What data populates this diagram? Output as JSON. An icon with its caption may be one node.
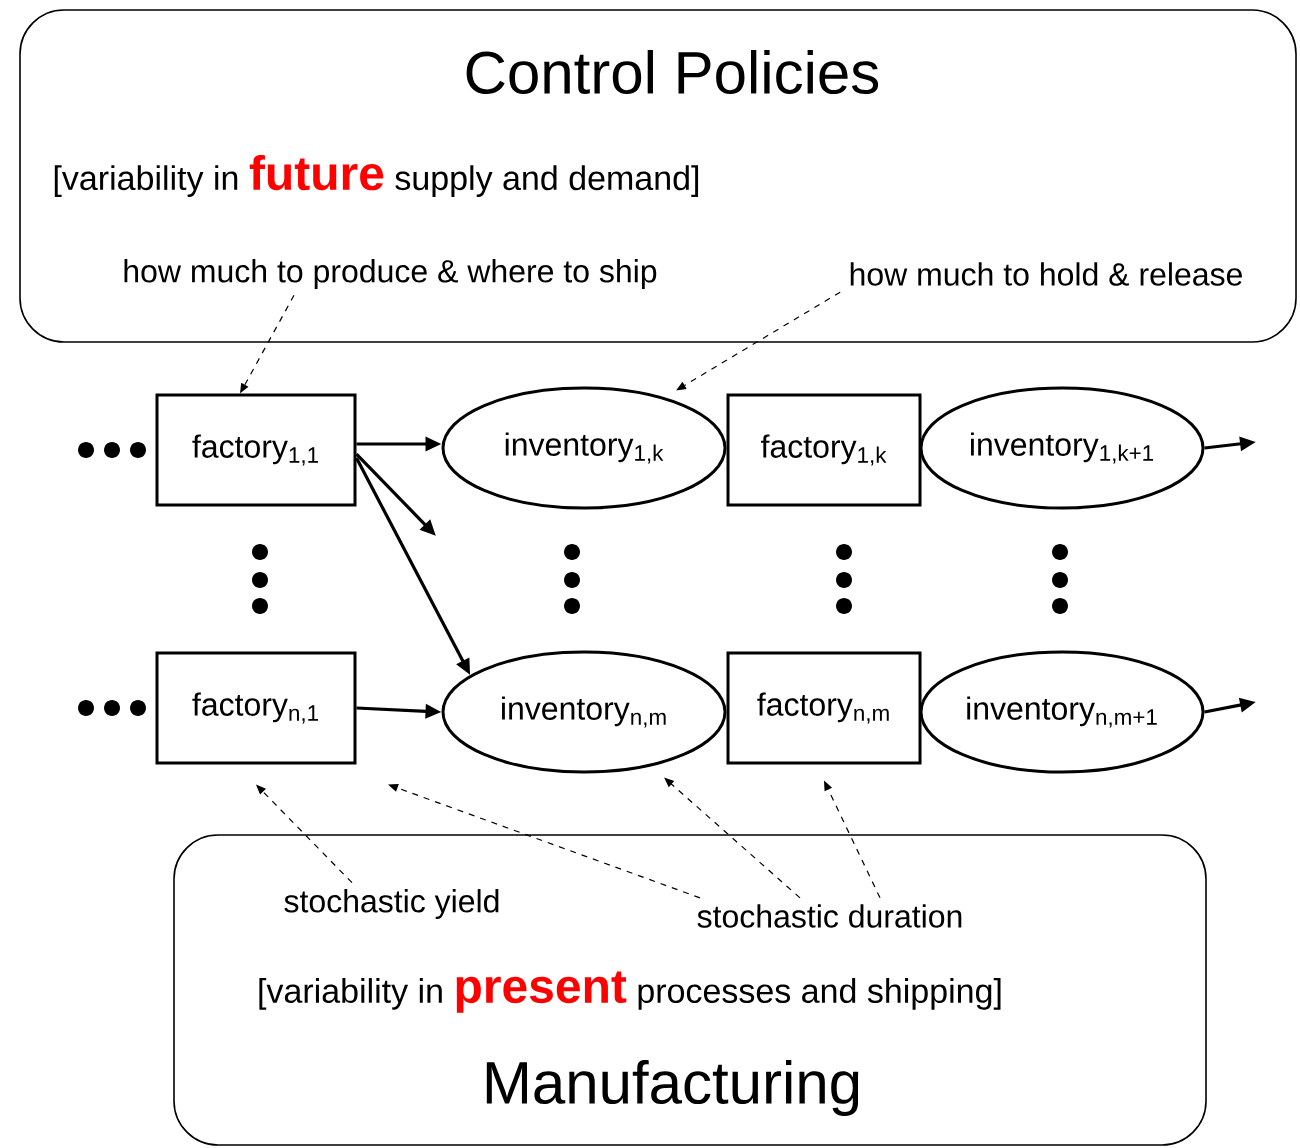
{
  "diagram": {
    "nodes": [
      {
        "text": [
          "Control Policies",
          "[variability in **future** supply and demand]"
        ]
      },
      {
        "text": [
          "how much to produce & where to ship"
        ],
        "in": 0
      },
      {
        "text": [
          "how much to hold & release"
        ],
        "in": 0
      },
      {
        "text": [
          "factory$_{1,1}$"
        ]
      },
      {
        "text": [
          "inventory$_{1,k}$"
        ]
      },
      {
        "text": [
          "factory$_{1,k}$"
        ]
      },
      {
        "text": [
          "inventory$_{1,k+1}$"
        ]
      },
      {
        "text": [
          "factory$_{n,1}$"
        ]
      },
      {
        "text": [
          "inventory$_{n,m}$"
        ]
      },
      {
        "text": [
          "factory$_{n,m}$"
        ]
      },
      {
        "text": [
          "inventory$_{n,m+1}$"
        ]
      },
      {
        "text": [
          "[variability in **present** processes and shipping]",
          "Manufacturing"
        ]
      },
      {
        "text": [
          "stochastic yield"
        ],
        "in": 11
      },
      {
        "text": [
          "stochastic duration"
        ],
        "in": 11
      }
    ],
    "edges": [
      {
        "from": 1,
        "to": 3,
        "arrow": "to",
        "style": "dashed"
      },
      {
        "from": 2,
        "to": 4,
        "arrow": "to",
        "style": "dashed"
      },
      {
        "from": 3,
        "to": 4,
        "arrow": "to"
      },
      {
        "from": 3,
        "to": null,
        "arrow": "to"
      },
      {
        "from": 3,
        "to": 8,
        "arrow": "to"
      },
      {
        "from": 7,
        "to": 8,
        "arrow": "to"
      },
      {
        "from": 6,
        "to": null,
        "arrow": "to"
      },
      {
        "from": 10,
        "to": null,
        "arrow": "to"
      },
      {
        "from": 12,
        "to": 7,
        "arrow": "to",
        "style": "dashed"
      },
      {
        "from": 13,
        "to": 7,
        "arrow": "to",
        "style": "dashed"
      },
      {
        "from": 13,
        "to": 8,
        "arrow": "to",
        "style": "dashed"
      },
      {
        "from": 13,
        "to": 9,
        "arrow": "to",
        "style": "dashed"
      }
    ]
  }
}
